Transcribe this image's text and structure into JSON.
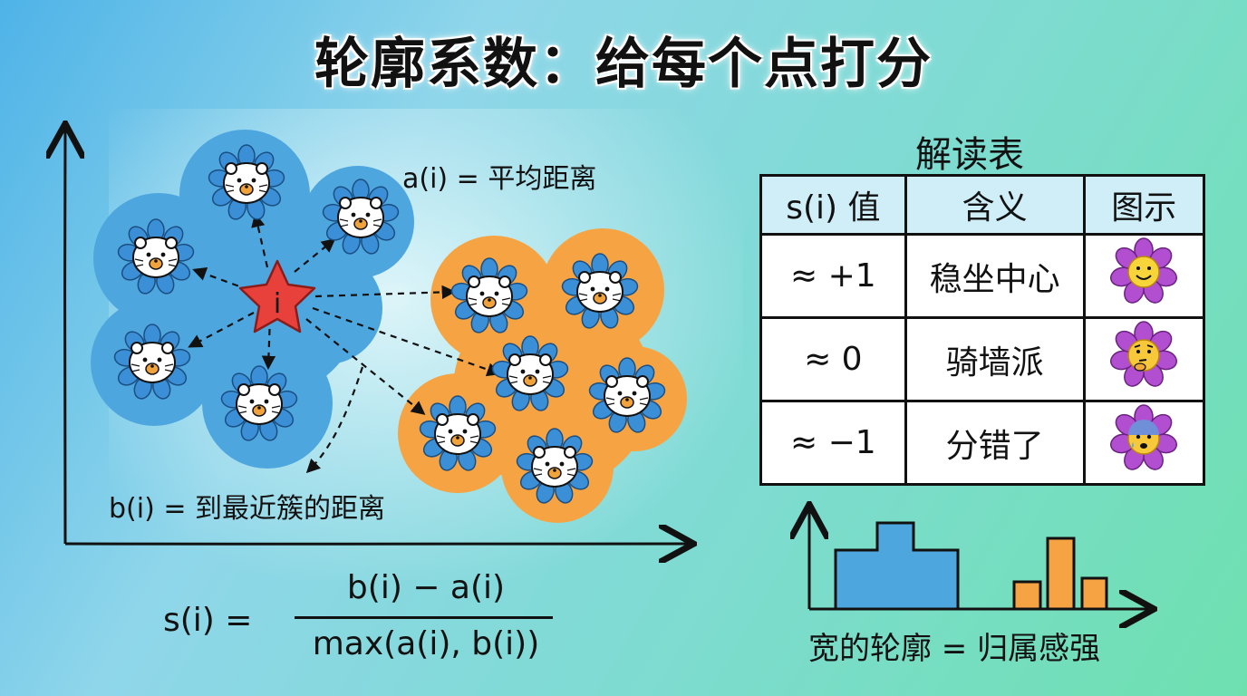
{
  "title": "轮廓系数：给每个点打分",
  "labels": {
    "a_i": "a(i) = 平均距离",
    "b_i": "b(i) = 到最近簇的距离",
    "point": "i"
  },
  "formula": {
    "lhs": "s(i) =",
    "numerator": "b(i) − a(i)",
    "denominator": "max(a(i), b(i))"
  },
  "table": {
    "title": "解读表",
    "headers": [
      "s(i) 值",
      "含义",
      "图示"
    ],
    "rows": [
      {
        "value": "≈ +1",
        "meaning": "稳坐中心",
        "icon": "smiley-flower-icon"
      },
      {
        "value": "≈ 0",
        "meaning": "骑墙派",
        "icon": "thinking-flower-icon"
      },
      {
        "value": "≈ −1",
        "meaning": "分错了",
        "icon": "worried-flower-icon"
      }
    ]
  },
  "histogram_caption": "宽的轮廓 = 归属感强",
  "colors": {
    "cluster_blue": "#4ea6df",
    "cluster_orange": "#f6a443",
    "star": "#e8413c",
    "table_header": "#cfeef8"
  }
}
